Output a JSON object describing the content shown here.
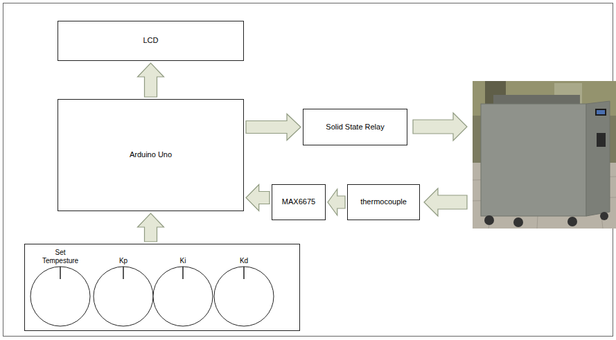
{
  "diagram": {
    "nodes": [
      {
        "text": [
          "LCD"
        ]
      },
      {
        "text": [
          "Arduino Uno"
        ]
      },
      {
        "text": [
          "Solid State Relay"
        ]
      },
      {
        "text": [
          "MAX6675"
        ]
      },
      {
        "text": [
          "thermocouple"
        ]
      },
      {
        "text": []
      },
      {
        "text": [
          "Set Tempesture"
        ],
        "in": 5
      },
      {
        "text": [
          "Kp"
        ],
        "in": 5
      },
      {
        "text": [
          "Ki"
        ],
        "in": 5
      },
      {
        "text": [
          "Kd"
        ],
        "in": 5
      }
    ],
    "edges": [
      {
        "from": 1,
        "to": 0,
        "arrow": "to"
      },
      {
        "from": 1,
        "to": 2,
        "arrow": "to"
      },
      {
        "from": 4,
        "to": 3,
        "arrow": "to"
      },
      {
        "from": 3,
        "to": 1,
        "arrow": "to"
      },
      {
        "from": 5,
        "to": 1,
        "arrow": "to"
      }
    ]
  }
}
